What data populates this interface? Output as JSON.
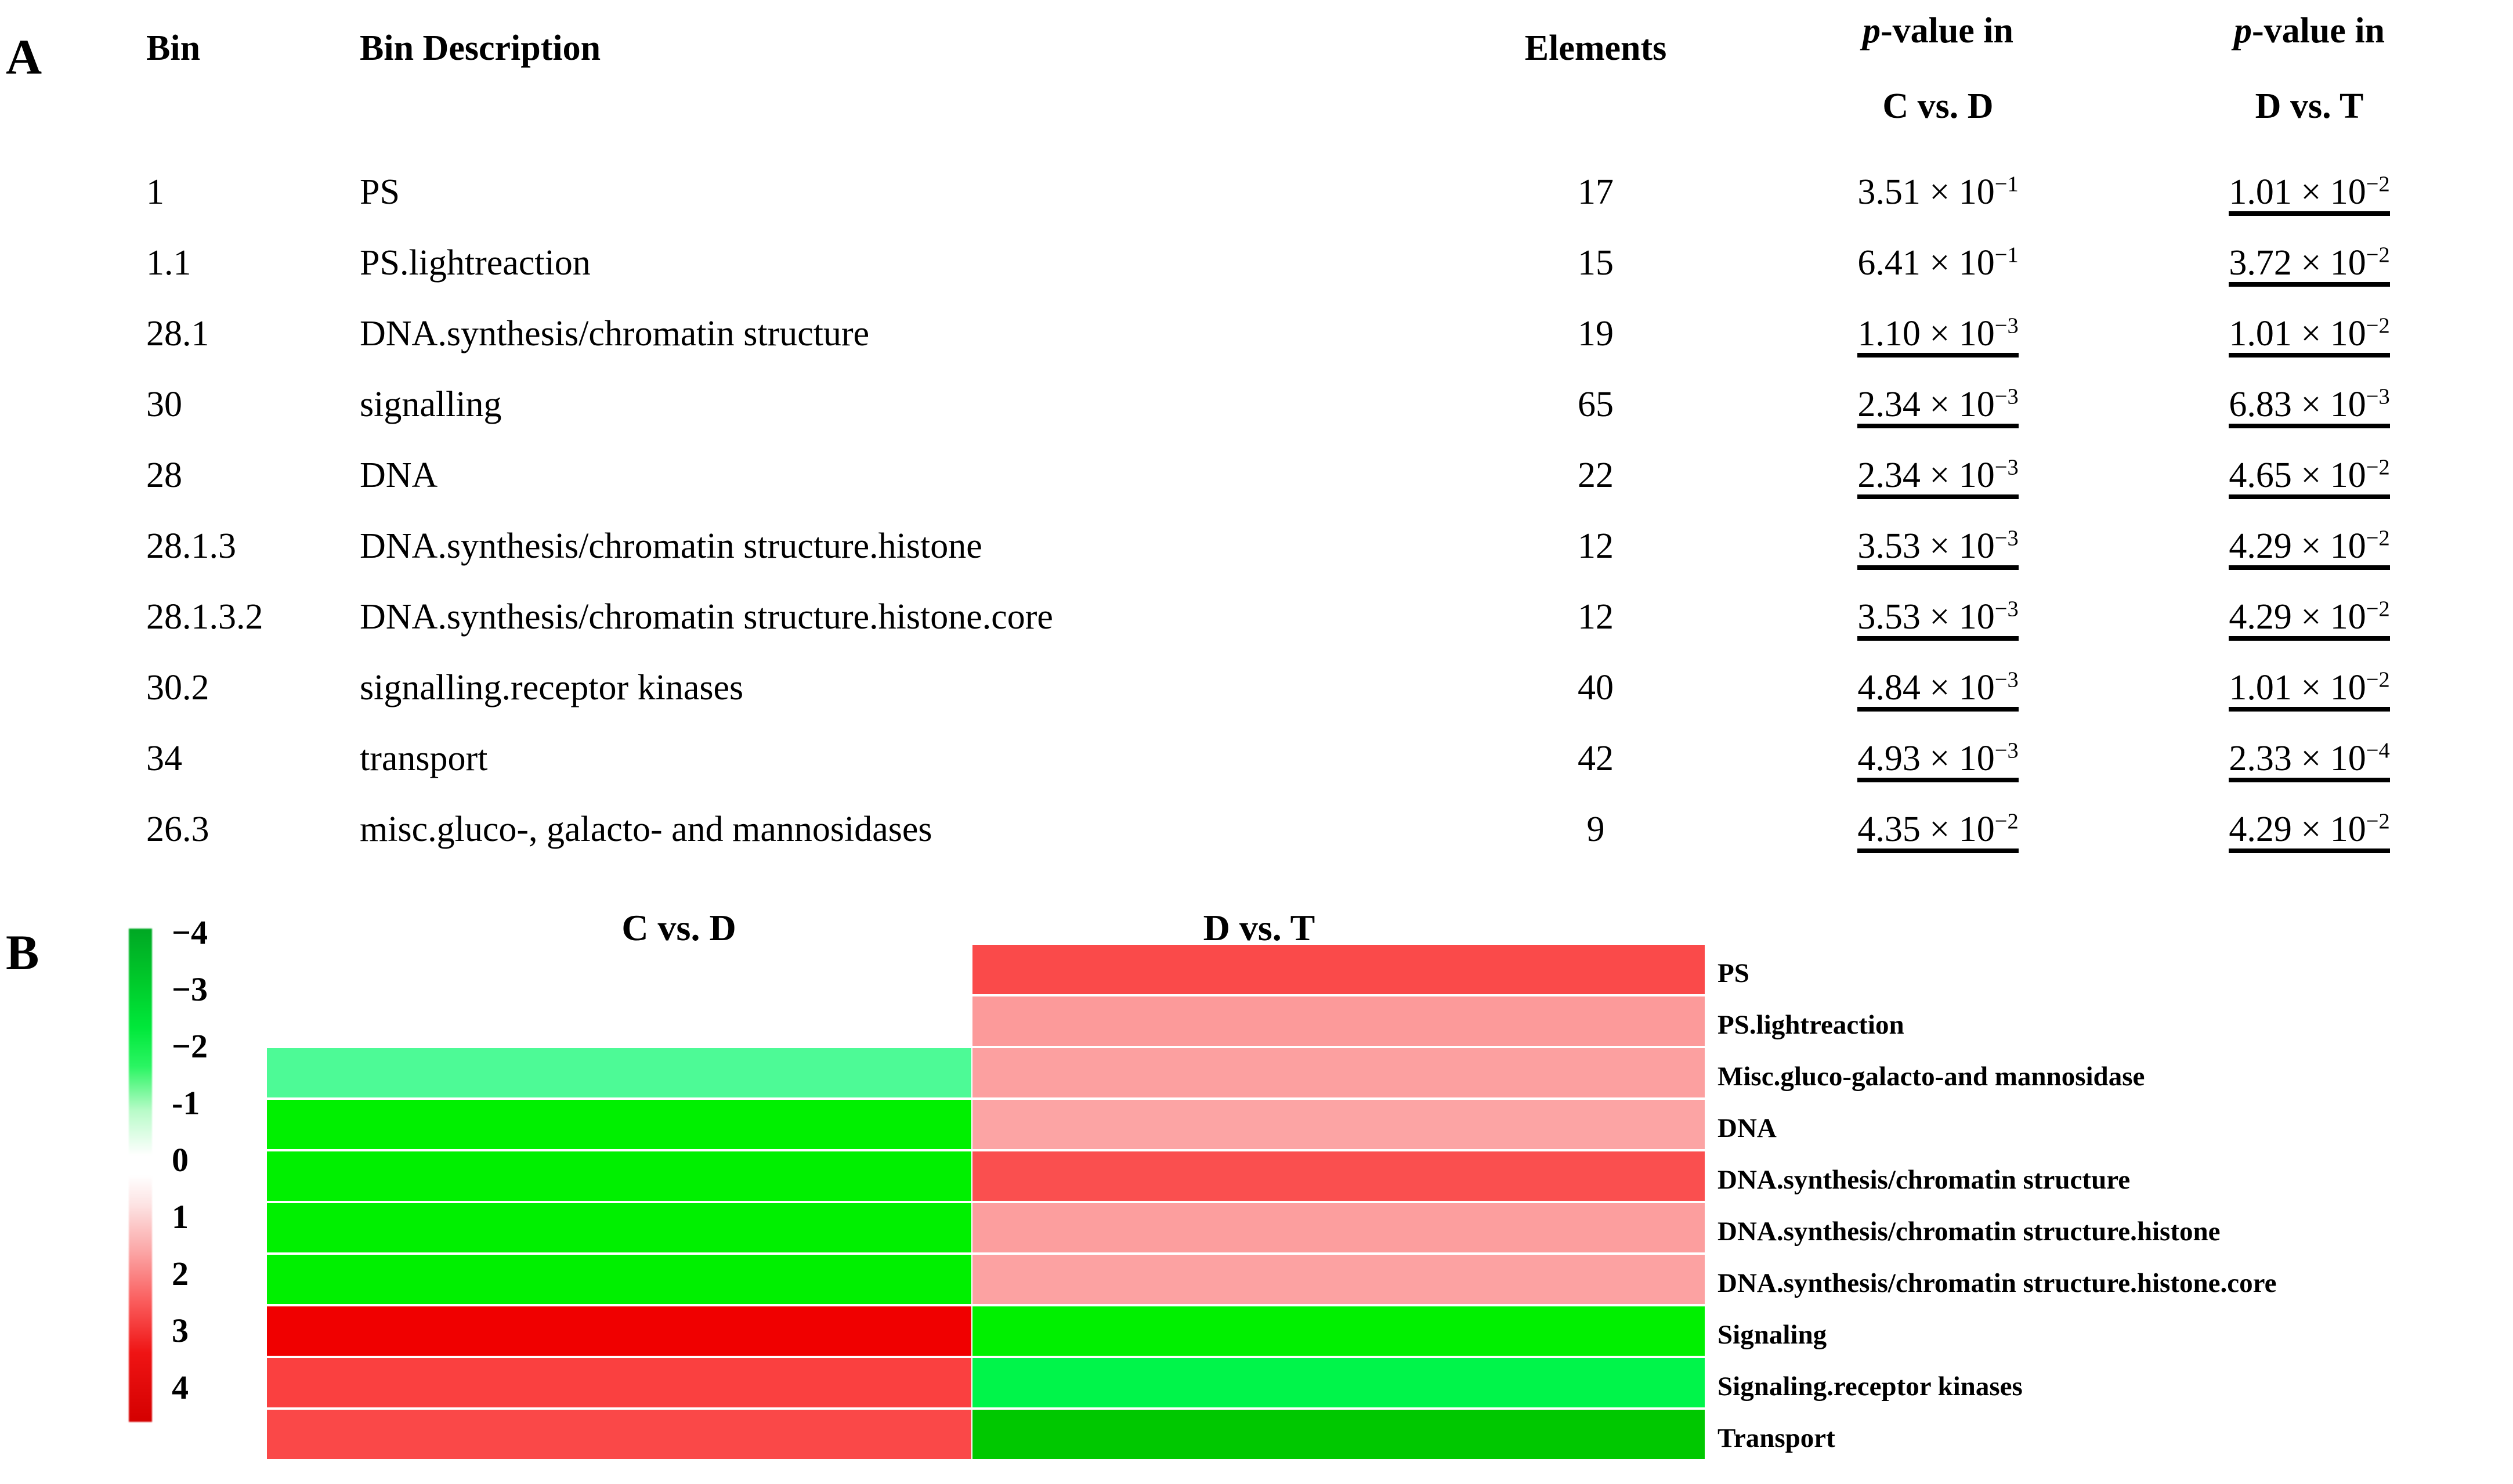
{
  "panels": {
    "a_letter": "A",
    "b_letter": "B"
  },
  "table": {
    "headers": {
      "bin": "Bin",
      "bin_description": "Bin Description",
      "elements": "Elements",
      "pvalue_cvd_l1": "p-value in",
      "pvalue_cvd_l2": "C vs. D",
      "pvalue_dvt_l1": "p-value in",
      "pvalue_dvt_l2": "D vs. T"
    },
    "rows": [
      {
        "bin": "1",
        "desc": "PS",
        "elements": "17",
        "p_cvd_mant": "3.51 × 10",
        "p_cvd_exp": "−1",
        "p_cvd_sig": false,
        "p_dvt_mant": "1.01 × 10",
        "p_dvt_exp": "−2",
        "p_dvt_sig": true
      },
      {
        "bin": "1.1",
        "desc": "PS.lightreaction",
        "elements": "15",
        "p_cvd_mant": "6.41 × 10",
        "p_cvd_exp": "−1",
        "p_cvd_sig": false,
        "p_dvt_mant": "3.72 × 10",
        "p_dvt_exp": "−2",
        "p_dvt_sig": true
      },
      {
        "bin": "28.1",
        "desc": "DNA.synthesis/chromatin structure",
        "elements": "19",
        "p_cvd_mant": "1.10 × 10",
        "p_cvd_exp": "−3",
        "p_cvd_sig": true,
        "p_dvt_mant": "1.01 × 10",
        "p_dvt_exp": "−2",
        "p_dvt_sig": true
      },
      {
        "bin": "30",
        "desc": "signalling",
        "elements": "65",
        "p_cvd_mant": "2.34 × 10",
        "p_cvd_exp": "−3",
        "p_cvd_sig": true,
        "p_dvt_mant": "6.83 × 10",
        "p_dvt_exp": "−3",
        "p_dvt_sig": true
      },
      {
        "bin": "28",
        "desc": "DNA",
        "elements": "22",
        "p_cvd_mant": "2.34 × 10",
        "p_cvd_exp": "−3",
        "p_cvd_sig": true,
        "p_dvt_mant": "4.65 × 10",
        "p_dvt_exp": "−2",
        "p_dvt_sig": true
      },
      {
        "bin": "28.1.3",
        "desc": "DNA.synthesis/chromatin structure.histone",
        "elements": "12",
        "p_cvd_mant": "3.53 × 10",
        "p_cvd_exp": "−3",
        "p_cvd_sig": true,
        "p_dvt_mant": "4.29 × 10",
        "p_dvt_exp": "−2",
        "p_dvt_sig": true
      },
      {
        "bin": "28.1.3.2",
        "desc": "DNA.synthesis/chromatin structure.histone.core",
        "elements": "12",
        "p_cvd_mant": "3.53 × 10",
        "p_cvd_exp": "−3",
        "p_cvd_sig": true,
        "p_dvt_mant": "4.29 × 10",
        "p_dvt_exp": "−2",
        "p_dvt_sig": true
      },
      {
        "bin": "30.2",
        "desc": "signalling.receptor kinases",
        "elements": "40",
        "p_cvd_mant": "4.84 × 10",
        "p_cvd_exp": "−3",
        "p_cvd_sig": true,
        "p_dvt_mant": "1.01 × 10",
        "p_dvt_exp": "−2",
        "p_dvt_sig": true
      },
      {
        "bin": "34",
        "desc": "transport",
        "elements": "42",
        "p_cvd_mant": "4.93 × 10",
        "p_cvd_exp": "−3",
        "p_cvd_sig": true,
        "p_dvt_mant": "2.33 × 10",
        "p_dvt_exp": "−4",
        "p_dvt_sig": true
      },
      {
        "bin": "26.3",
        "desc": "misc.gluco-, galacto- and mannosidases",
        "elements": "9",
        "p_cvd_mant": "4.35 × 10",
        "p_cvd_exp": "−2",
        "p_cvd_sig": true,
        "p_dvt_mant": "4.29 × 10",
        "p_dvt_exp": "−2",
        "p_dvt_sig": true
      }
    ]
  },
  "heatmap": {
    "column_titles": [
      "C vs. D",
      "D vs. T"
    ],
    "scale_labels": [
      "−4",
      "−3",
      "−2",
      "-1",
      "0",
      "1",
      "2",
      "3",
      "4"
    ],
    "scale_colors": {
      "min_green": "#00a824",
      "mid_white": "#ffffff",
      "max_red": "#d40000"
    },
    "row_labels": [
      "PS",
      "PS.lightreaction",
      "Misc.gluco-galacto-and mannosidase",
      "DNA",
      "DNA.synthesis/chromatin structure",
      "DNA.synthesis/chromatin structure.histone",
      "DNA.synthesis/chromatin structure.histone.core",
      "Signaling",
      "Signaling.receptor kinases",
      "Transport"
    ],
    "cells_cvd": [
      null,
      null,
      "#4dfa96",
      "#00f000",
      "#00f000",
      "#00f000",
      "#00f000",
      "#f00000",
      "#fa4040",
      "#fa4848"
    ],
    "cells_dvt": [
      "#fa4a4a",
      "#fc9a9a",
      "#fca0a0",
      "#fca4a4",
      "#fa4f4f",
      "#fc9e9e",
      "#fca2a2",
      "#00f000",
      "#00f54a",
      "#00c800"
    ]
  },
  "chart_data": {
    "type": "heatmap",
    "title": "",
    "columns": [
      "C vs. D",
      "D vs. T"
    ],
    "rows": [
      "PS",
      "PS.lightreaction",
      "Misc.gluco-galacto-and mannosidase",
      "DNA",
      "DNA.synthesis/chromatin structure",
      "DNA.synthesis/chromatin structure.histone",
      "DNA.synthesis/chromatin structure.histone.core",
      "Signaling",
      "Signaling.receptor kinases",
      "Transport"
    ],
    "values": [
      [
        null,
        2.2
      ],
      [
        null,
        1.1
      ],
      [
        -1.6,
        1.0
      ],
      [
        -3.4,
        1.0
      ],
      [
        -3.4,
        2.1
      ],
      [
        -3.4,
        1.0
      ],
      [
        -3.4,
        1.0
      ],
      [
        3.9,
        -3.4
      ],
      [
        3.1,
        -3.2
      ],
      [
        3.0,
        -3.9
      ]
    ],
    "colorbar": {
      "ticks": [
        -4,
        -3,
        -2,
        -1,
        0,
        1,
        2,
        3,
        4
      ],
      "tick_labels": [
        "−4",
        "−3",
        "−2",
        "-1",
        "0",
        "1",
        "2",
        "3",
        "4"
      ],
      "low_color": "#00a824",
      "mid_color": "#ffffff",
      "high_color": "#d40000",
      "orientation": "vertical",
      "position": "left",
      "note": "negative = green (down), positive = red (up)"
    },
    "grid": false,
    "legend_position": "left"
  }
}
